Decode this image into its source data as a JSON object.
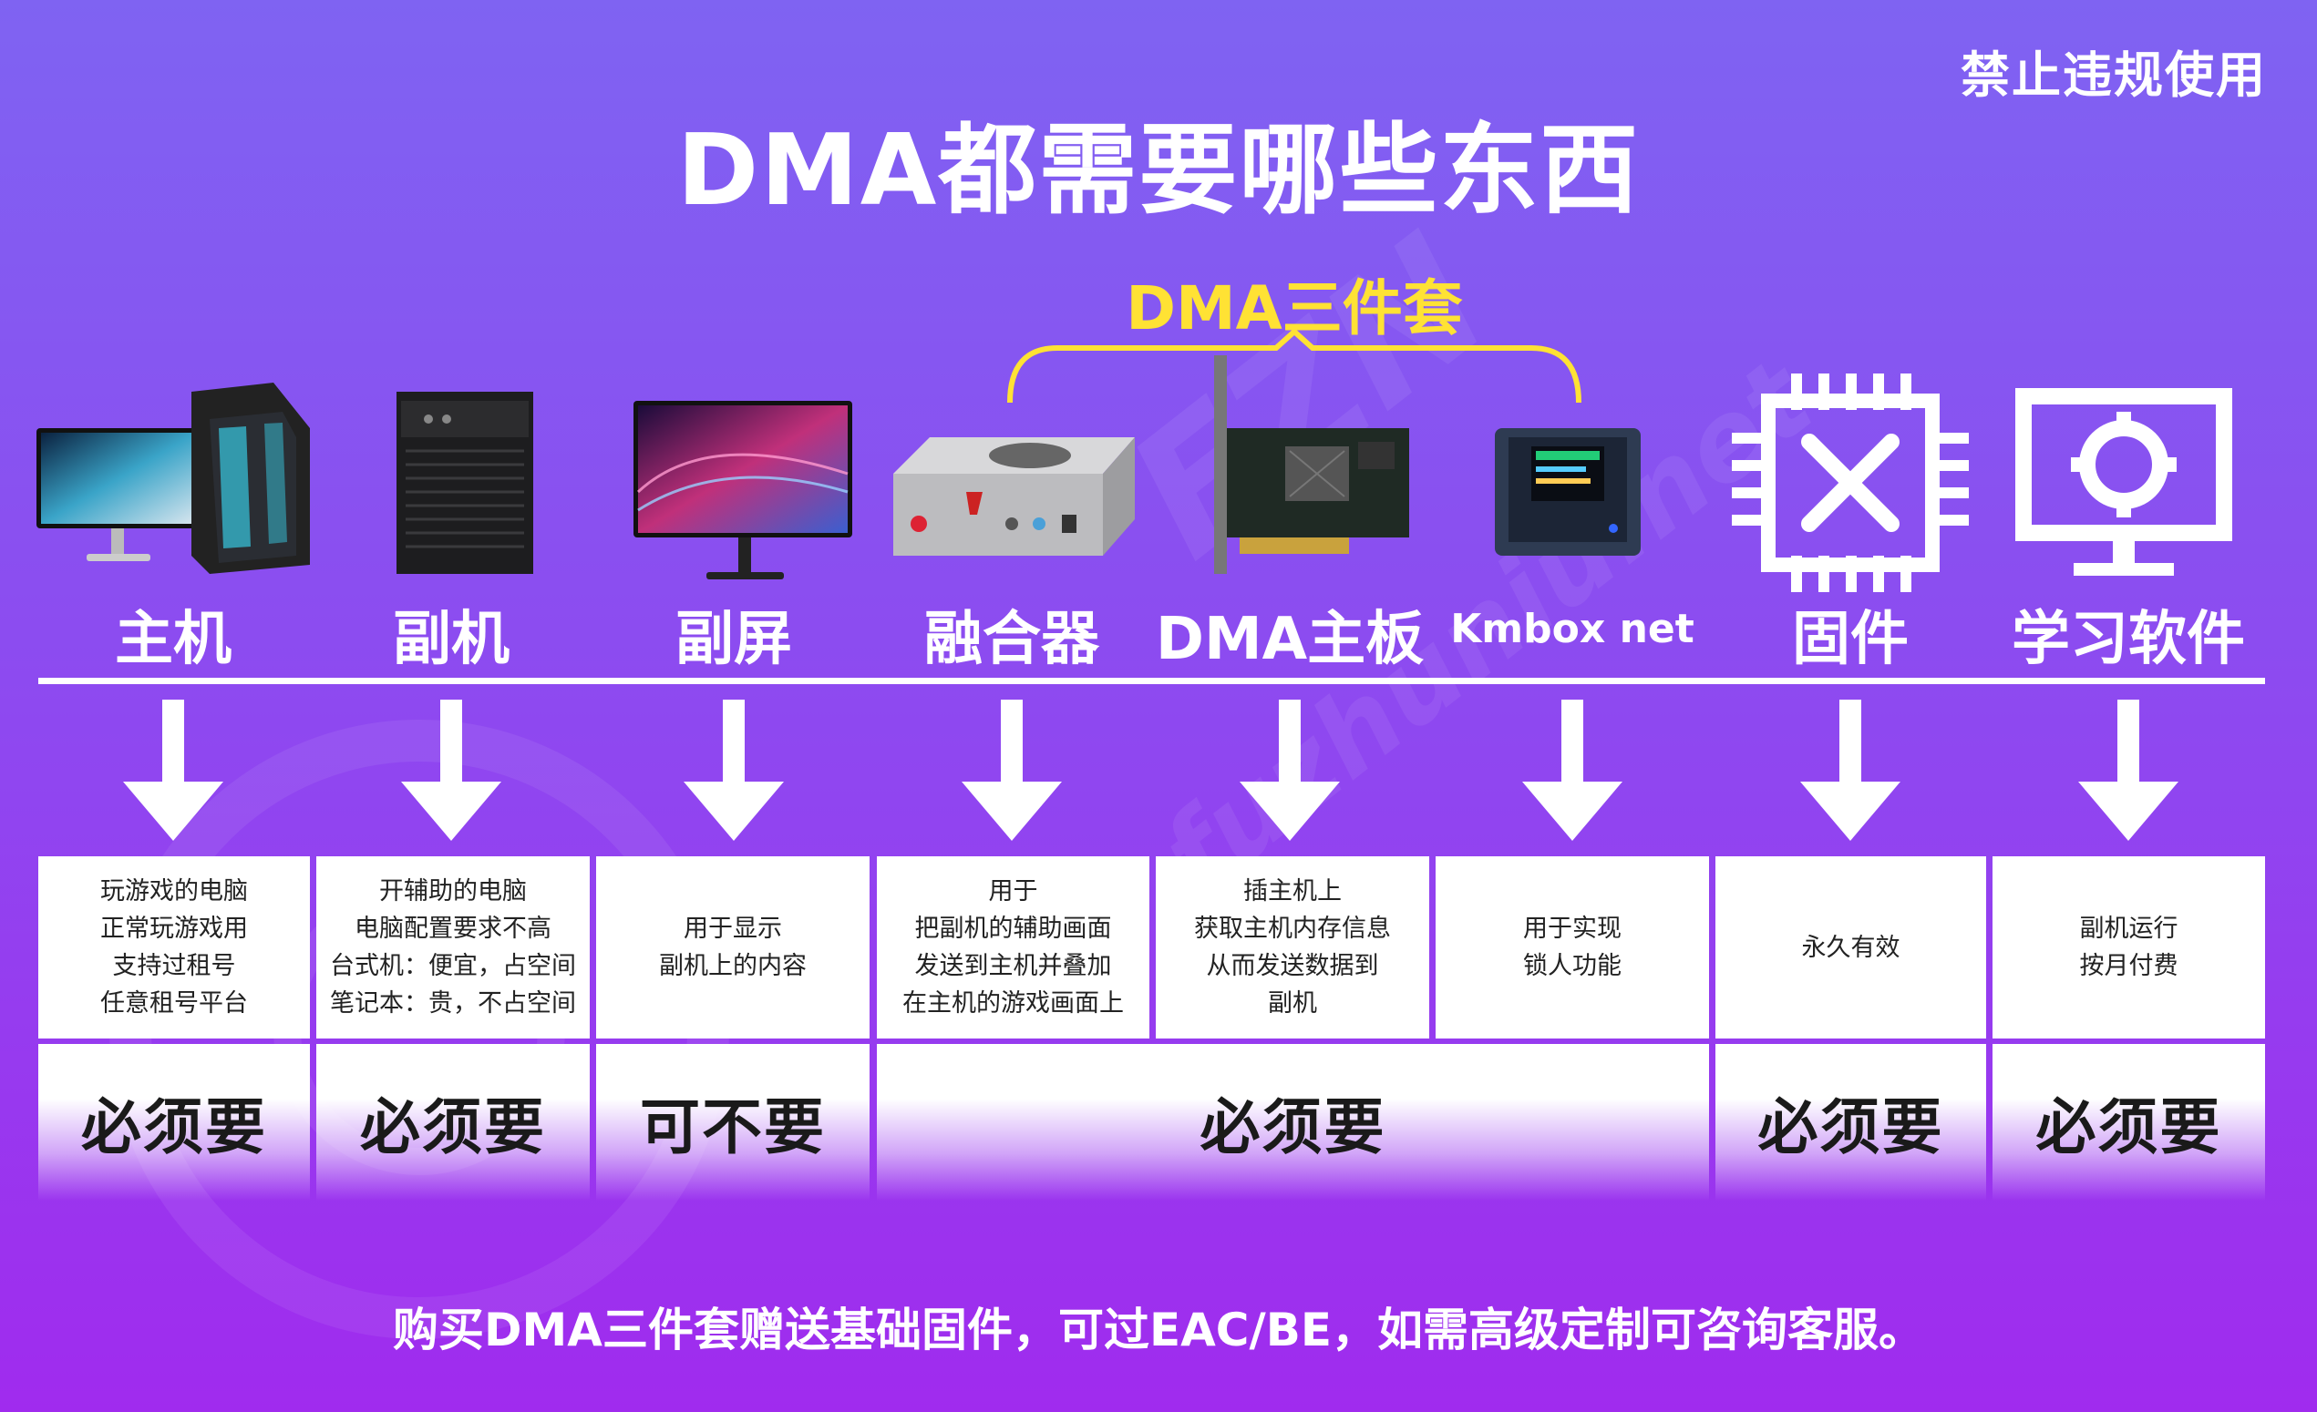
{
  "watermark_notice": "禁止违规使用",
  "title": "DMA都需要哪些东西",
  "kit_label": "DMA三件套",
  "items": [
    {
      "label": "主机",
      "icon": "gaming-pc-icon"
    },
    {
      "label": "副机",
      "icon": "tower-pc-icon"
    },
    {
      "label": "副屏",
      "icon": "monitor-icon"
    },
    {
      "label": "融合器",
      "icon": "fuser-box-icon"
    },
    {
      "label": "DMA主板",
      "icon": "dma-card-icon"
    },
    {
      "label": "Kmbox net",
      "icon": "kmbox-icon"
    },
    {
      "label": "固件",
      "icon": "chip-tools-icon"
    },
    {
      "label": "学习软件",
      "icon": "monitor-gear-icon"
    }
  ],
  "descriptions": [
    "玩游戏的电脑\n正常玩游戏用\n支持过租号\n任意租号平台",
    "开辅助的电脑\n电脑配置要求不高\n台式机：便宜，占空间\n笔记本：贵，不占空间",
    "用于显示\n副机上的内容",
    "用于\n把副机的辅助画面\n发送到主机并叠加\n在主机的游戏画面上",
    "插主机上\n获取主机内存信息\n从而发送数据到\n副机",
    "用于实现\n锁人功能",
    "永久有效",
    "副机运行\n按月付费"
  ],
  "verdicts": [
    {
      "text": "必须要"
    },
    {
      "text": "必须要"
    },
    {
      "text": "可不要"
    },
    {
      "text": "必须要"
    },
    {
      "text": "必须要"
    },
    {
      "text": "必须要"
    }
  ],
  "watermark_text": "FZN",
  "watermark_url": "fuzhuniu.net",
  "footer": "购买DMA三件套赠送基础固件，可过EAC/BE，如需高级定制可咨询客服。",
  "colors": {
    "accent_yellow": "#ffe234",
    "bg_top": "#7f63f2",
    "bg_bottom": "#a02bee"
  }
}
